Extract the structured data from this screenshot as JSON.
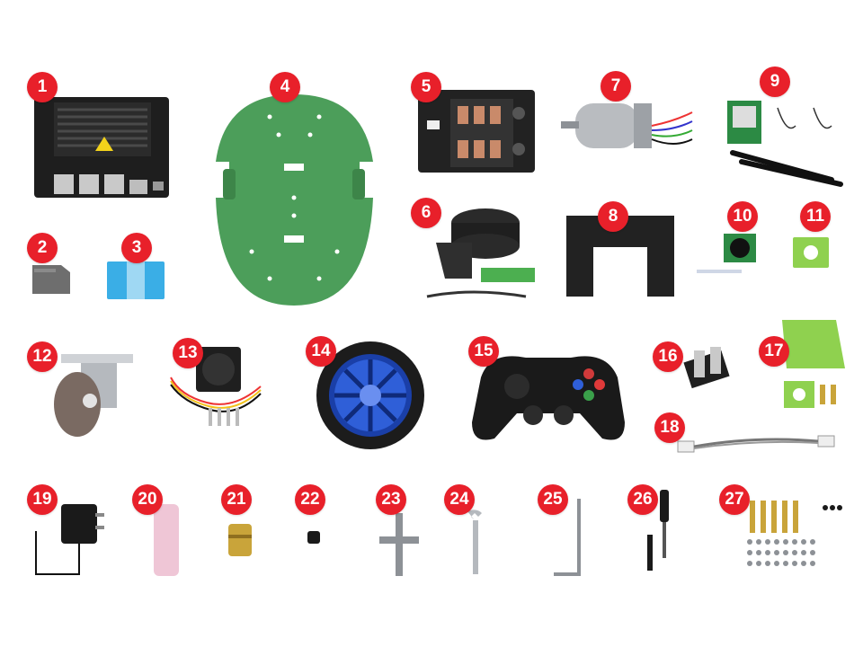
{
  "colors": {
    "badge": "#e8202a",
    "plate_green": "#4c9e5a",
    "acrylic_green": "#8fd14f",
    "board_black": "#1e1e1e",
    "wheel_blue": "#2f5fd8",
    "brass": "#c9a43a"
  },
  "items": [
    {
      "number": "1",
      "icon": "jetson-dev-board-icon"
    },
    {
      "number": "2",
      "icon": "microsd-card-icon"
    },
    {
      "number": "3",
      "icon": "heatsink-pad-icon"
    },
    {
      "number": "4",
      "icon": "chassis-plate-icon"
    },
    {
      "number": "5",
      "icon": "battery-board-icon"
    },
    {
      "number": "6",
      "icon": "lidar-icon"
    },
    {
      "number": "7",
      "icon": "gear-motor-icon"
    },
    {
      "number": "8",
      "icon": "mount-plate-icon"
    },
    {
      "number": "9",
      "icon": "wifi-card-antenna-icon"
    },
    {
      "number": "10",
      "icon": "camera-module-icon"
    },
    {
      "number": "11",
      "icon": "camera-bracket-icon"
    },
    {
      "number": "12",
      "icon": "caster-wheel-icon"
    },
    {
      "number": "13",
      "icon": "cooling-fan-icon"
    },
    {
      "number": "14",
      "icon": "wheel-icon"
    },
    {
      "number": "15",
      "icon": "gamepad-icon"
    },
    {
      "number": "16",
      "icon": "adapter-board-icon"
    },
    {
      "number": "17",
      "icon": "acrylic-holder-icon"
    },
    {
      "number": "18",
      "icon": "cable-icon"
    },
    {
      "number": "19",
      "icon": "power-adapter-icon"
    },
    {
      "number": "20",
      "icon": "battery-cell-icon"
    },
    {
      "number": "21",
      "icon": "coupling-icon"
    },
    {
      "number": "22",
      "icon": "set-screw-icon"
    },
    {
      "number": "23",
      "icon": "cross-wrench-icon"
    },
    {
      "number": "24",
      "icon": "wrench-icon"
    },
    {
      "number": "25",
      "icon": "hex-key-icon"
    },
    {
      "number": "26",
      "icon": "screwdriver-icon"
    },
    {
      "number": "27",
      "icon": "standoffs-screws-icon"
    }
  ]
}
